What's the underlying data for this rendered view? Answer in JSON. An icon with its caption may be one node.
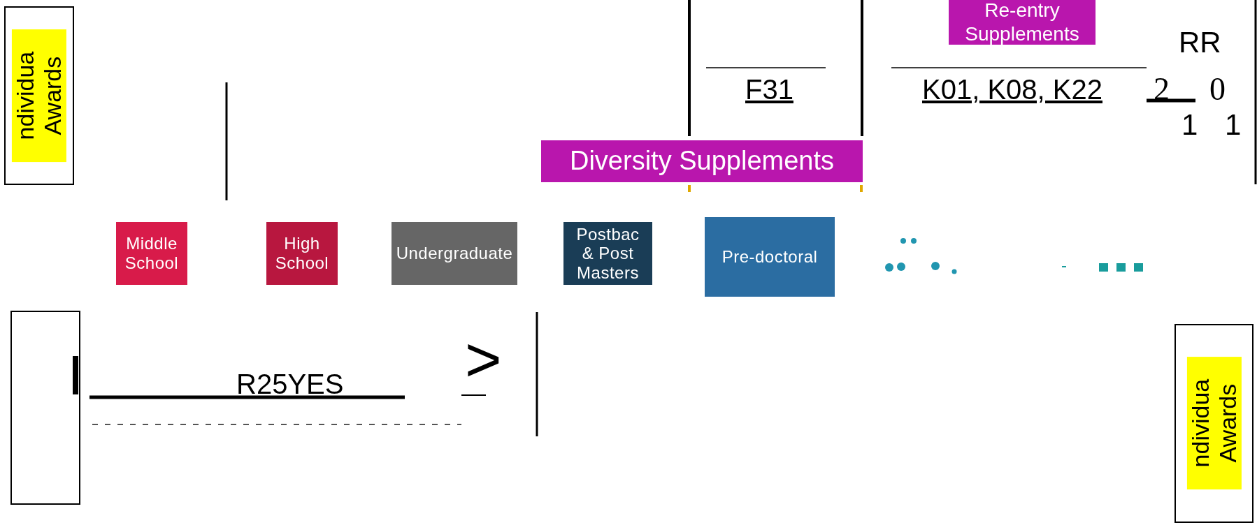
{
  "diagram": {
    "nodes": [
      {
        "text": [
          "ndividua Awards"
        ]
      },
      {
        "text": [
          "Re-entry Supplements"
        ]
      },
      {
        "text": [
          "Diversity Supplements"
        ]
      },
      {
        "text": [
          "Middle School"
        ]
      },
      {
        "text": [
          "High School"
        ]
      },
      {
        "text": [
          "Undergraduate"
        ]
      },
      {
        "text": [
          "Postbac & Post Masters"
        ]
      },
      {
        "text": [
          "Pre-doctoral"
        ]
      },
      {
        "text": [],
        "shape": "box"
      },
      {
        "text": [
          "ndividua Awards"
        ]
      }
    ],
    "labels": [
      "RR",
      "F31",
      "K01, K08, K22",
      "2",
      "0",
      "1",
      "1",
      "R25YES",
      ">"
    ]
  }
}
